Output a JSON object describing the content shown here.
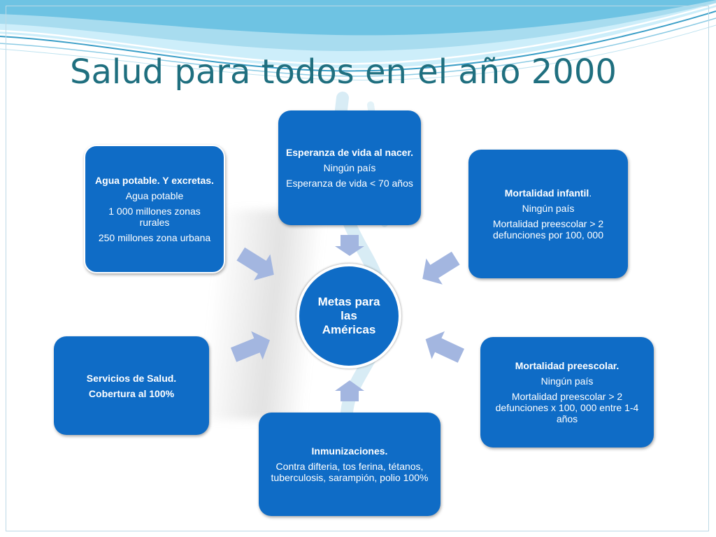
{
  "slide": {
    "title": "Salud para todos en el año 2000"
  },
  "center": {
    "label": "Metas para las Américas"
  },
  "boxes": {
    "agua": {
      "title": "Agua potable. Y excretas.",
      "lines": [
        "Agua potable",
        "1 000 millones  zonas rurales",
        "250 millones  zona urbana"
      ]
    },
    "esperanza": {
      "title": "Esperanza de vida al nacer.",
      "lines": [
        "Ningún país",
        "Esperanza de vida < 70 años"
      ]
    },
    "infantil": {
      "title": "Mortalidad infantil",
      "title_suffix": ".",
      "lines": [
        "Ningún país",
        "Mortalidad preescolar > 2 defunciones por 100, 000"
      ]
    },
    "servicios": {
      "title": "Servicios de Salud.",
      "lines": [
        "Cobertura al 100%"
      ]
    },
    "preescolar": {
      "title": "Mortalidad preescolar.",
      "lines": [
        "Ningún país",
        "Mortalidad  preescolar  > 2 defunciones x 100, 000 entre 1-4 años"
      ]
    },
    "inmunizaciones": {
      "title": "Inmunizaciones.",
      "lines": [
        "Contra difteria, tos ferina, tétanos, tuberculosis, sarampión, polio 100%"
      ]
    }
  },
  "colors": {
    "box_fill": "#0f6cc6",
    "box_text": "#ffffff",
    "arrow": "#a3b6e0",
    "title": "#1f6f7f",
    "wave_light": "#a8dcef",
    "wave_dark": "#3a9ec7"
  }
}
